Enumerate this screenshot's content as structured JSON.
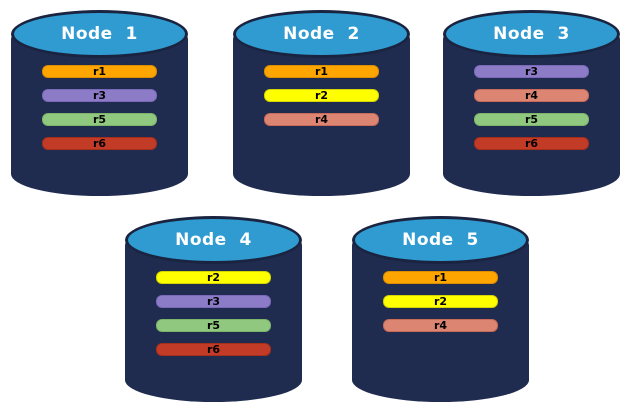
{
  "styles": {
    "background": "#FFFFFF",
    "body_color": "#1F2C50",
    "top_color": "#2F9BD0",
    "outline_color": "#1A2440",
    "title_color": "#FFFFFF",
    "bar_label_color": "#000000"
  },
  "nodes": [
    {
      "title": "Node  1",
      "replicas": [
        {
          "label": "r1",
          "fill": "#FFA500",
          "border": "#DB8E00"
        },
        {
          "label": "r3",
          "fill": "#8C7CC8",
          "border": "#7A69B6"
        },
        {
          "label": "r5",
          "fill": "#90C87F",
          "border": "#7CB46A"
        },
        {
          "label": "r6",
          "fill": "#C23B26",
          "border": "#A62F1B"
        }
      ]
    },
    {
      "title": "Node  2",
      "replicas": [
        {
          "label": "r1",
          "fill": "#FFA500",
          "border": "#DB8E00"
        },
        {
          "label": "r2",
          "fill": "#FFFF00",
          "border": "#D4D400"
        },
        {
          "label": "r4",
          "fill": "#DD8573",
          "border": "#C76A56"
        }
      ]
    },
    {
      "title": "Node  3",
      "replicas": [
        {
          "label": "r3",
          "fill": "#8C7CC8",
          "border": "#7A69B6"
        },
        {
          "label": "r4",
          "fill": "#DD8573",
          "border": "#C76A56"
        },
        {
          "label": "r5",
          "fill": "#90C87F",
          "border": "#7CB46A"
        },
        {
          "label": "r6",
          "fill": "#C23B26",
          "border": "#A62F1B"
        }
      ]
    },
    {
      "title": "Node  4",
      "replicas": [
        {
          "label": "r2",
          "fill": "#FFFF00",
          "border": "#D4D400"
        },
        {
          "label": "r3",
          "fill": "#8C7CC8",
          "border": "#7A69B6"
        },
        {
          "label": "r5",
          "fill": "#90C87F",
          "border": "#7CB46A"
        },
        {
          "label": "r6",
          "fill": "#C23B26",
          "border": "#A62F1B"
        }
      ]
    },
    {
      "title": "Node  5",
      "replicas": [
        {
          "label": "r1",
          "fill": "#FFA500",
          "border": "#DB8E00"
        },
        {
          "label": "r2",
          "fill": "#FFFF00",
          "border": "#D4D400"
        },
        {
          "label": "r4",
          "fill": "#DD8573",
          "border": "#C76A56"
        }
      ]
    }
  ]
}
